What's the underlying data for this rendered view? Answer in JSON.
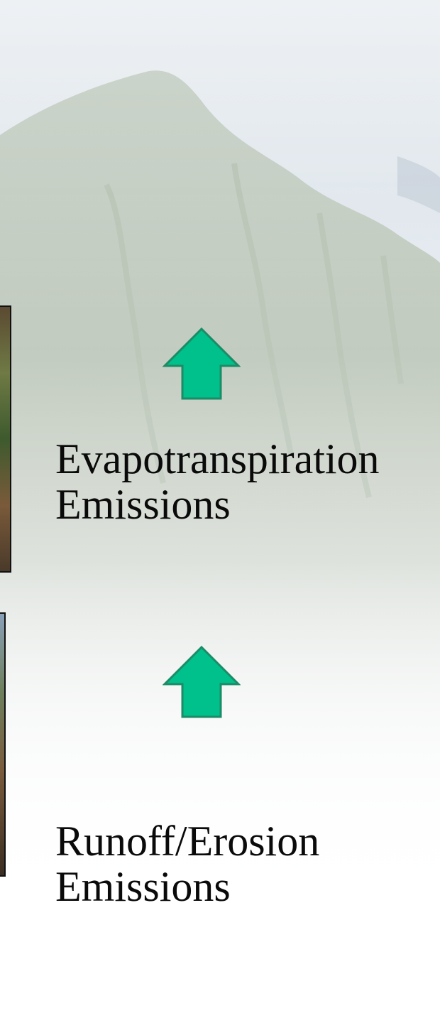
{
  "colors": {
    "arrow_fill": "#00c08b",
    "arrow_stroke": "#1a8c66",
    "text": "#0a0a0a"
  },
  "background": {
    "scene": "mountain-photo"
  },
  "items": [
    {
      "icon": "up-arrow-icon",
      "line1": "Evapotranspiration",
      "line2": "Emissions"
    },
    {
      "icon": "up-arrow-icon",
      "line1": "Runoff/Erosion",
      "line2": "Emissions"
    }
  ]
}
